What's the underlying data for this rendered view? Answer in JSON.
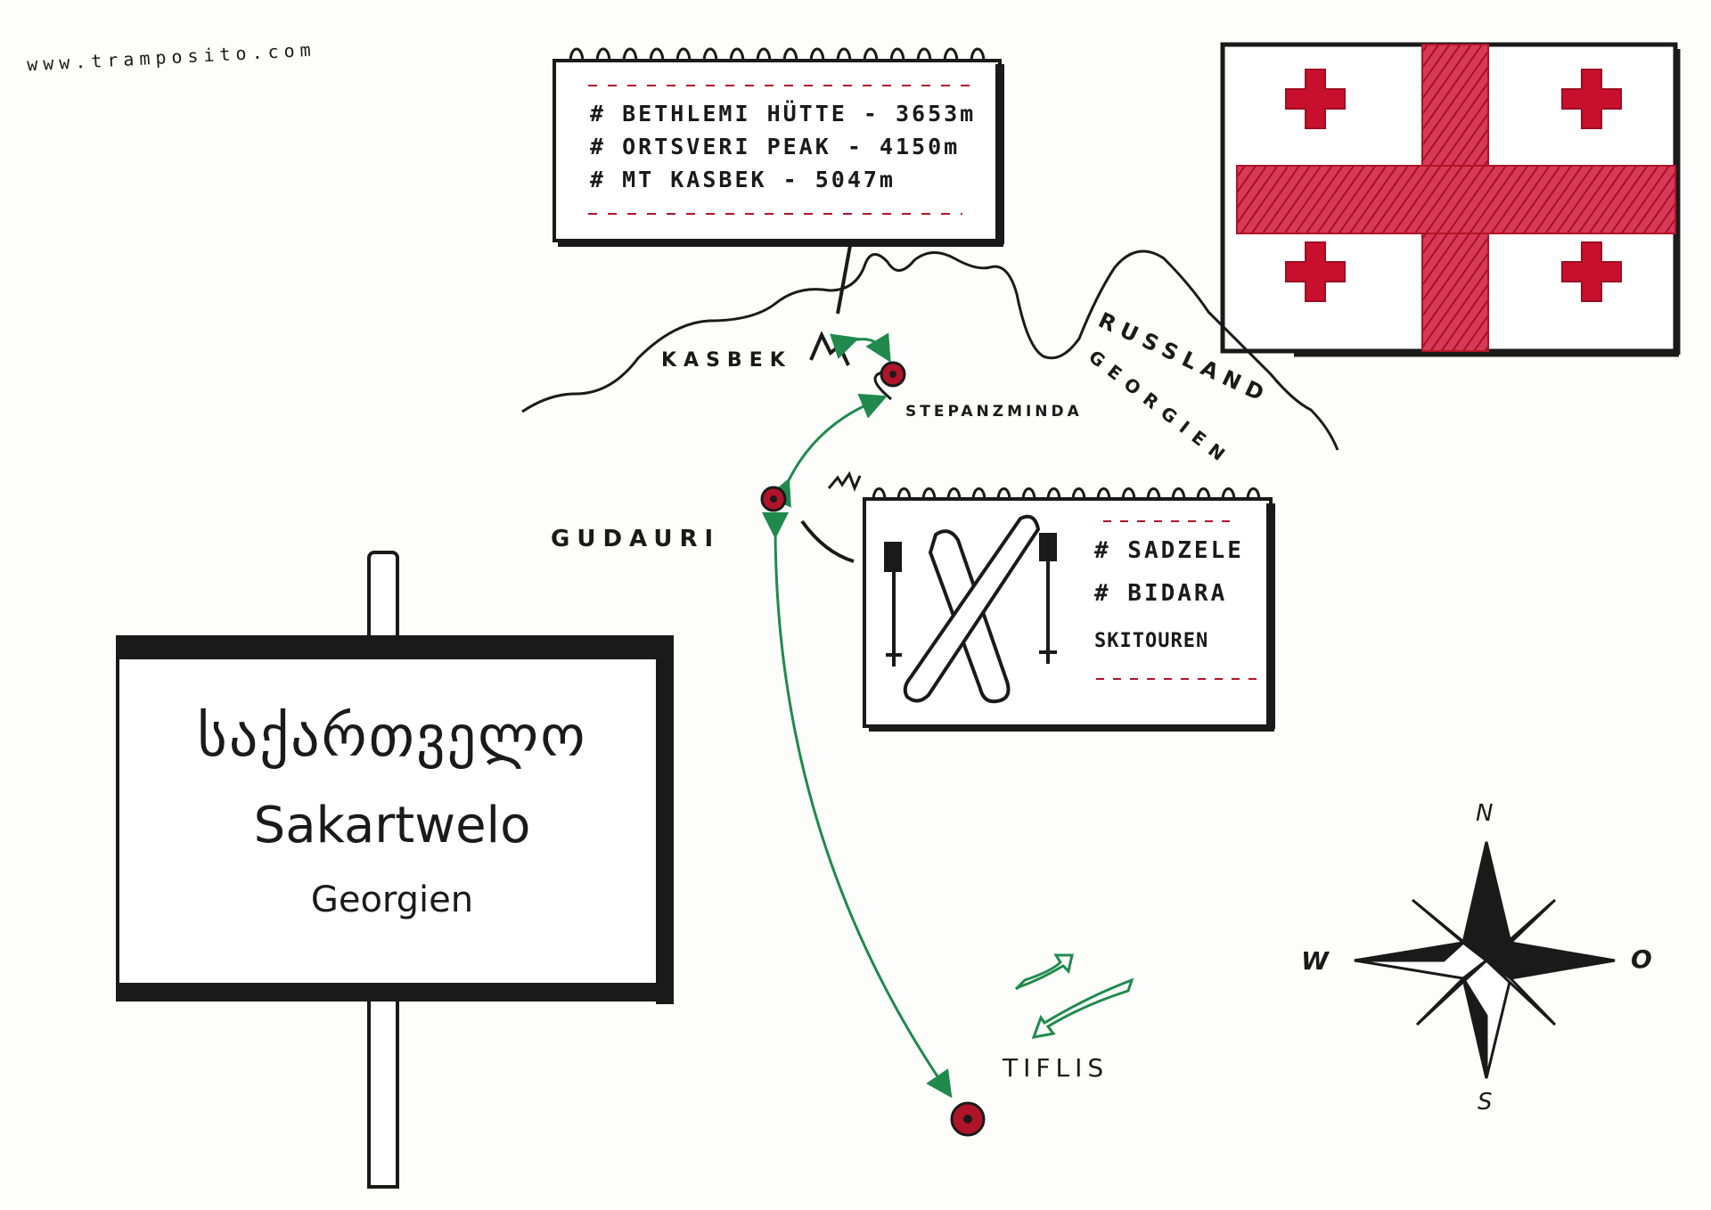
{
  "website": "www.tramposito.com",
  "kasbek_note": {
    "lines": [
      "# BETHLEMI HÜTTE - 3653m",
      "# ORTSVERI PEAK - 4150m",
      "# MT KASBEK - 5047m"
    ]
  },
  "ski_note": {
    "lines": [
      "# SADZELE",
      "# BIDARA",
      "SKITOUREN"
    ]
  },
  "places": {
    "kasbek": "KASBEK",
    "stepanzminda": "STEPANZMINDA",
    "gudauri": "GUDAURI",
    "tiflis": "TIFLIS"
  },
  "border": {
    "north": "RUSSLAND",
    "south": "GEORGIEN"
  },
  "sign": {
    "georgian": "საქართველო",
    "latin": "Sakartwelo",
    "german": "Georgien"
  },
  "compass": {
    "n": "N",
    "s": "S",
    "w": "W",
    "o": "O"
  },
  "colors": {
    "ink": "#1a1a1a",
    "route": "#1f8a4c",
    "marker": "#b0142a",
    "flag_red": "#c8102e"
  }
}
